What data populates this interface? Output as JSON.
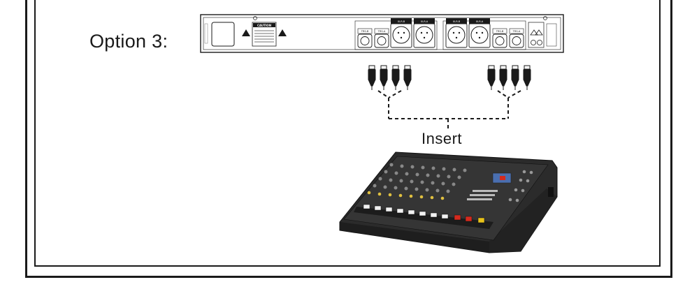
{
  "option_label": "Option 3:",
  "insert_label": "Insert",
  "rear_panel": {
    "caution_label": "CAUTION",
    "xlr_labels": [
      "XLR-B",
      "XLR-A",
      "XLR-B",
      "XLR-A"
    ],
    "trs_labels": [
      "TRS-B",
      "TRS-A",
      "TRS-B",
      "TRS-A"
    ]
  },
  "colors": {
    "line": "#1a1a1a",
    "mixer_body": "#2b2b2b",
    "button_red": "#d42a1e",
    "button_yellow": "#e8c21a"
  }
}
